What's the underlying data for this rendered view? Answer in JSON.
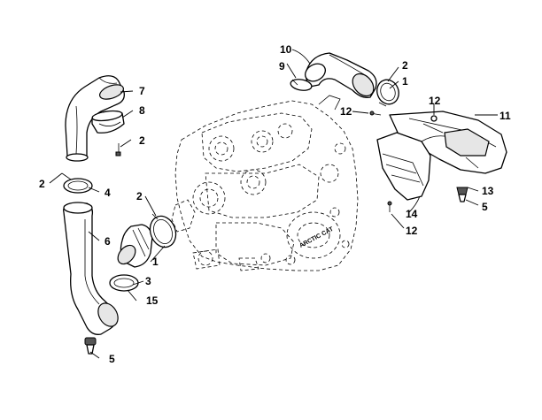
{
  "callouts": {
    "c1a": "1",
    "c1b": "1",
    "c2a": "2",
    "c2b": "2",
    "c2c": "2",
    "c2d": "2",
    "c3": "3",
    "c4": "4",
    "c5a": "5",
    "c5b": "5",
    "c6": "6",
    "c7": "7",
    "c8": "8",
    "c9": "9",
    "c10": "10",
    "c11": "11",
    "c12a": "12",
    "c12b": "12",
    "c12c": "12",
    "c13": "13",
    "c14": "14",
    "c15": "15"
  },
  "engine_badge": "ARCTIC CAT",
  "colors": {
    "line": "#000000",
    "background": "#ffffff"
  }
}
